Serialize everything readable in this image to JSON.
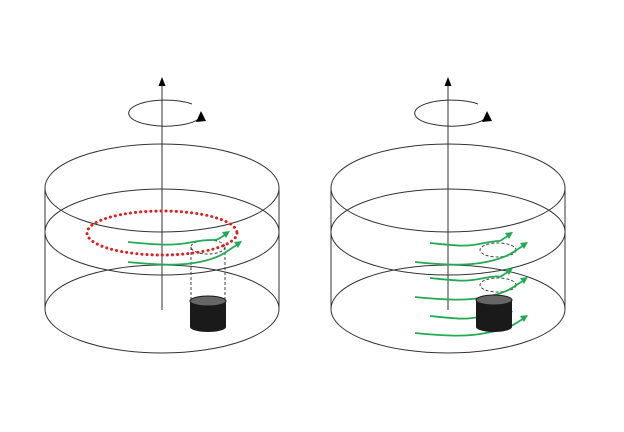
{
  "colors": {
    "outline": "#333333",
    "flow": "#22aa55",
    "ring": "#e02020",
    "obstacle": "#1a1a1a",
    "obstacle_top": "#666666"
  },
  "panels": [
    {
      "name": "left",
      "has_ring": true,
      "flow_lines": 2,
      "dashed_ellipses": 1
    },
    {
      "name": "right",
      "has_ring": false,
      "flow_lines": 6,
      "dashed_ellipses": 2
    }
  ]
}
